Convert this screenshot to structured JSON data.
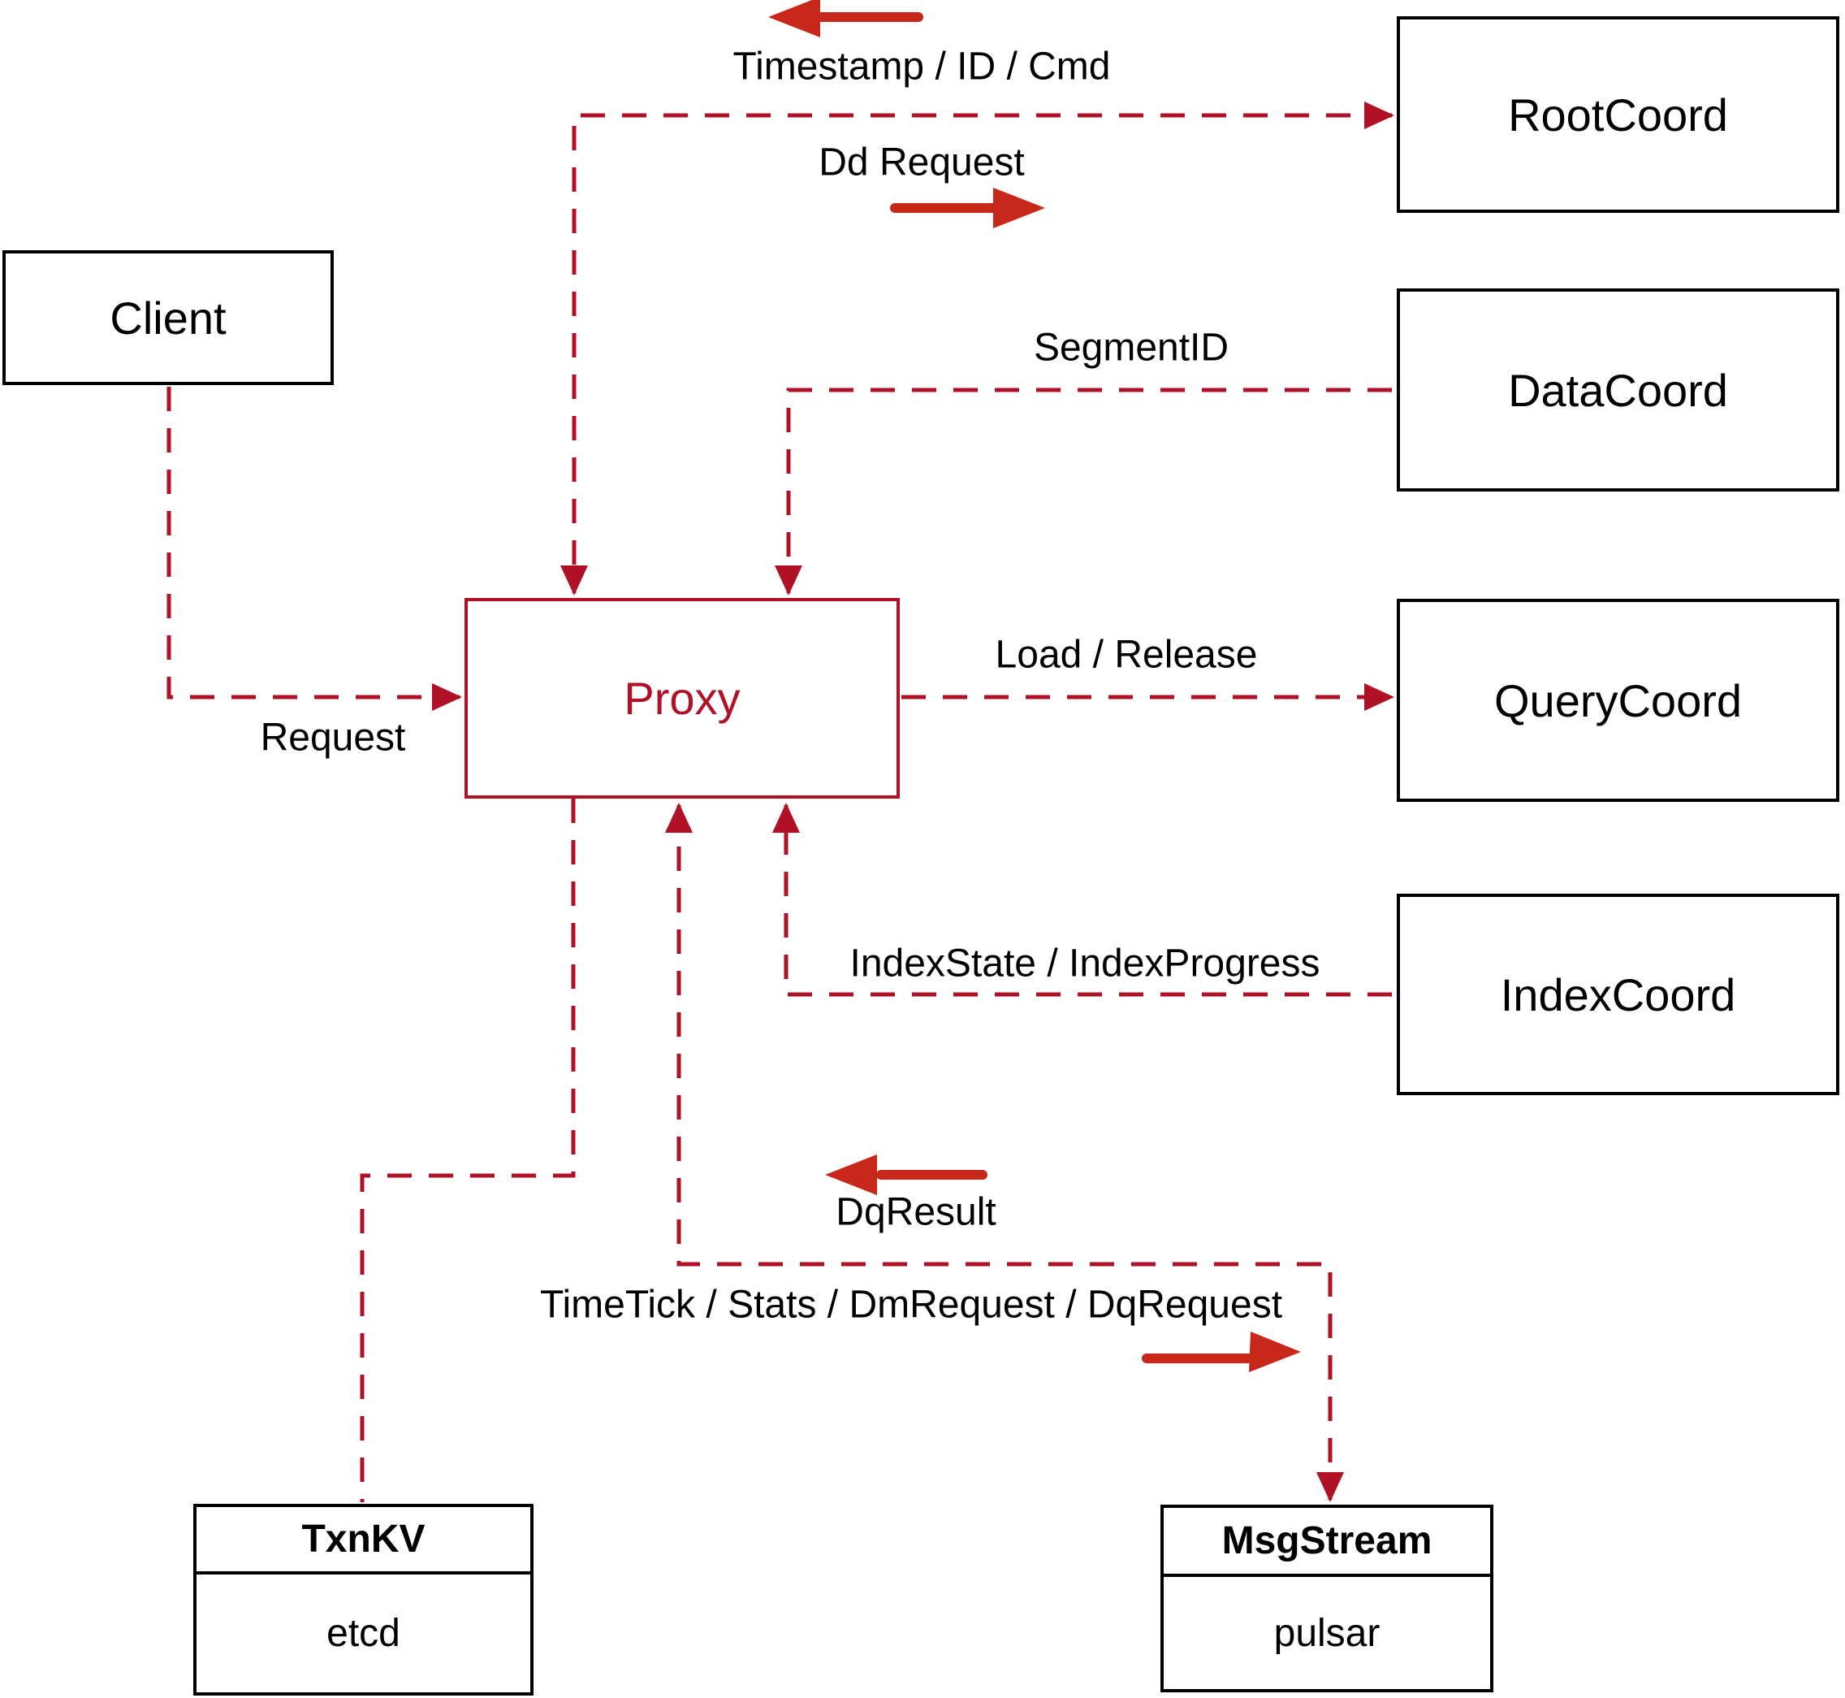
{
  "nodes": {
    "client": {
      "label": "Client"
    },
    "root_coord": {
      "label": "RootCoord"
    },
    "data_coord": {
      "label": "DataCoord"
    },
    "query_coord": {
      "label": "QueryCoord"
    },
    "index_coord": {
      "label": "IndexCoord"
    },
    "proxy": {
      "label": "Proxy"
    },
    "txn_kv": {
      "title": "TxnKV",
      "impl": "etcd"
    },
    "msg_stream": {
      "title": "MsgStream",
      "impl": "pulsar"
    }
  },
  "edges": {
    "timestamp_id_cmd": "Timestamp / ID / Cmd",
    "dd_request": "Dd Request",
    "segment_id": "SegmentID",
    "load_release": "Load / Release",
    "request": "Request",
    "index_state_progress": "IndexState / IndexProgress",
    "dq_result": "DqResult",
    "timetick_stats": "TimeTick / Stats / DmRequest / DqRequest"
  },
  "colors": {
    "dashed_line": "#b01127",
    "solid_arrow": "#c8281a",
    "box_border": "#000000",
    "background": "#ffffff"
  }
}
